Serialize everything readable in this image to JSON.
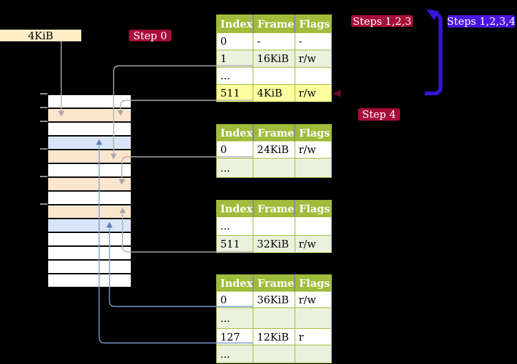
{
  "diagram": {
    "frame_size_label": "4KiB",
    "badges": {
      "step0": "Step 0",
      "steps123": "Steps 1,2,3",
      "steps1234": "Steps 1,2,3,4",
      "step4": "Step 4"
    },
    "tables": [
      {
        "name": "page-table-1",
        "headers": [
          "Index",
          "Frame",
          "Flags"
        ],
        "rows": [
          {
            "cells": [
              "0",
              "-",
              "-"
            ],
            "highlight": false
          },
          {
            "cells": [
              "1",
              "16KiB",
              "r/w"
            ],
            "highlight": false
          },
          {
            "cells": [
              "...",
              "",
              ""
            ],
            "highlight": false
          },
          {
            "cells": [
              "511",
              "4KiB",
              "r/w"
            ],
            "highlight": true
          }
        ]
      },
      {
        "name": "page-table-2",
        "headers": [
          "Index",
          "Frame",
          "Flags"
        ],
        "rows": [
          {
            "cells": [
              "0",
              "24KiB",
              "r/w"
            ],
            "highlight": false
          },
          {
            "cells": [
              "...",
              "",
              ""
            ],
            "highlight": false
          }
        ]
      },
      {
        "name": "page-table-3",
        "headers": [
          "Index",
          "Frame",
          "Flags"
        ],
        "rows": [
          {
            "cells": [
              "...",
              "",
              ""
            ],
            "highlight": false
          },
          {
            "cells": [
              "511",
              "32KiB",
              "r/w"
            ],
            "highlight": false
          }
        ]
      },
      {
        "name": "page-table-4",
        "headers": [
          "Index",
          "Frame",
          "Flags"
        ],
        "rows": [
          {
            "cells": [
              "0",
              "36KiB",
              "r/w"
            ],
            "highlight": false
          },
          {
            "cells": [
              "...",
              "",
              ""
            ],
            "highlight": false
          },
          {
            "cells": [
              "127",
              "12KiB",
              "r"
            ],
            "highlight": false
          },
          {
            "cells": [
              "...",
              "",
              ""
            ],
            "highlight": false
          }
        ]
      }
    ],
    "memory_column": {
      "rows": [
        "free",
        "page-table",
        "free",
        "mapped",
        "page-table",
        "free",
        "page-table",
        "free",
        "page-table",
        "mapped",
        "free",
        "free",
        "free",
        "free"
      ]
    },
    "colors": {
      "cream": "#fceec6",
      "peach": "#fce5cd",
      "mapped-blue": "#d9e4f7",
      "green": "#9fbc3b",
      "row-green": "#ebf1dd",
      "yellow": "#ffffa0",
      "crimson": "#a60d37",
      "indigo": "#4a15e1",
      "arrow-indigo": "#3b12d8",
      "line-gray": "#b0b0b0",
      "arrow-gray": "#a8a8a8",
      "line-blue": "#7d9ed6",
      "arrow-blue": "#5d80ba",
      "tick-gray": "#909090",
      "mini-red": "#6b0b24"
    }
  }
}
